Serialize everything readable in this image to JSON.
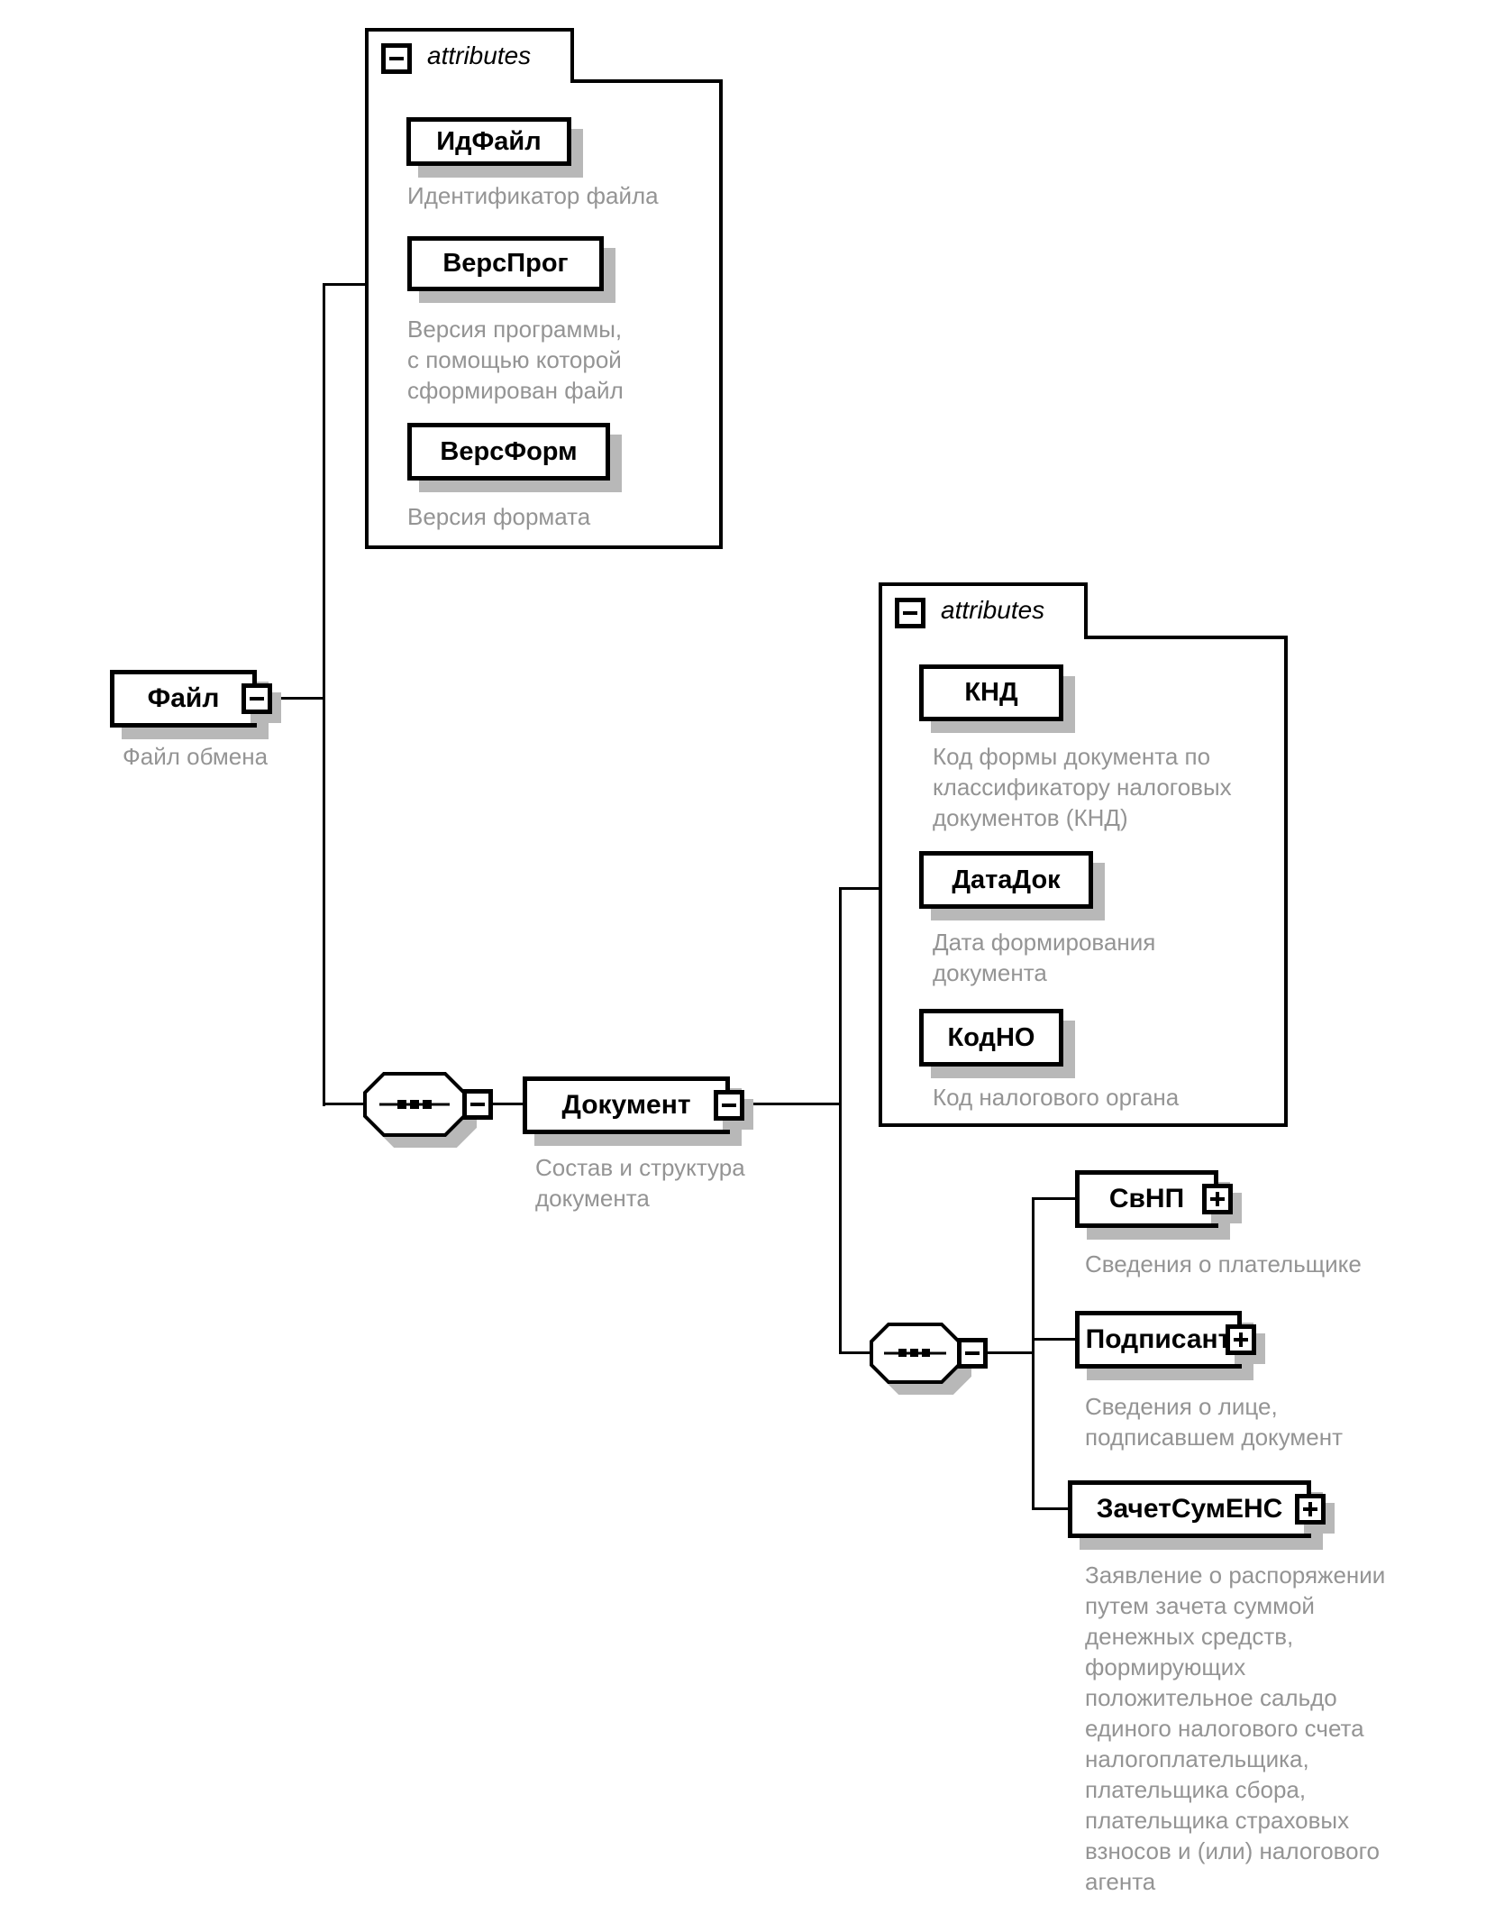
{
  "diagram": {
    "colors": {
      "line": "#000000",
      "box_fill": "#ffffff",
      "shadow": "#b8b8b8",
      "annotation_text": "#949494"
    },
    "root": {
      "name": "Файл",
      "annotation": "Файл обмена",
      "toggle": "minus"
    },
    "file_attributes": {
      "header": "attributes",
      "toggle": "minus",
      "items": [
        {
          "name": "ИдФайл",
          "annotation": "Идентификатор файла"
        },
        {
          "name": "ВерсПрог",
          "annotation": "Версия программы, с помощью которой сформирован файл"
        },
        {
          "name": "ВерсФорм",
          "annotation": "Версия формата"
        }
      ]
    },
    "sequence1": {
      "type": "sequence"
    },
    "document": {
      "name": "Документ",
      "annotation": "Состав и структура документа",
      "toggle": "minus"
    },
    "doc_attributes": {
      "header": "attributes",
      "toggle": "minus",
      "items": [
        {
          "name": "КНД",
          "annotation": "Код формы документа по классификатору налоговых документов (КНД)"
        },
        {
          "name": "ДатаДок",
          "annotation": "Дата формирования документа"
        },
        {
          "name": "КодНО",
          "annotation": "Код налогового органа"
        }
      ]
    },
    "sequence2": {
      "type": "sequence"
    },
    "children": [
      {
        "name": "СвНП",
        "annotation": "Сведения о плательщике",
        "toggle": "plus"
      },
      {
        "name": "Подписант",
        "annotation": "Сведения о лице, подписавшем документ",
        "toggle": "plus"
      },
      {
        "name": "ЗачетСумЕНС",
        "annotation": "Заявление о распоряжении путем зачета суммой денежных средств, формирующих положительное сальдо единого налогового счета налогоплательщика, плательщика сбора, плательщика страховых взносов и (или) налогового агента",
        "toggle": "plus"
      }
    ]
  }
}
